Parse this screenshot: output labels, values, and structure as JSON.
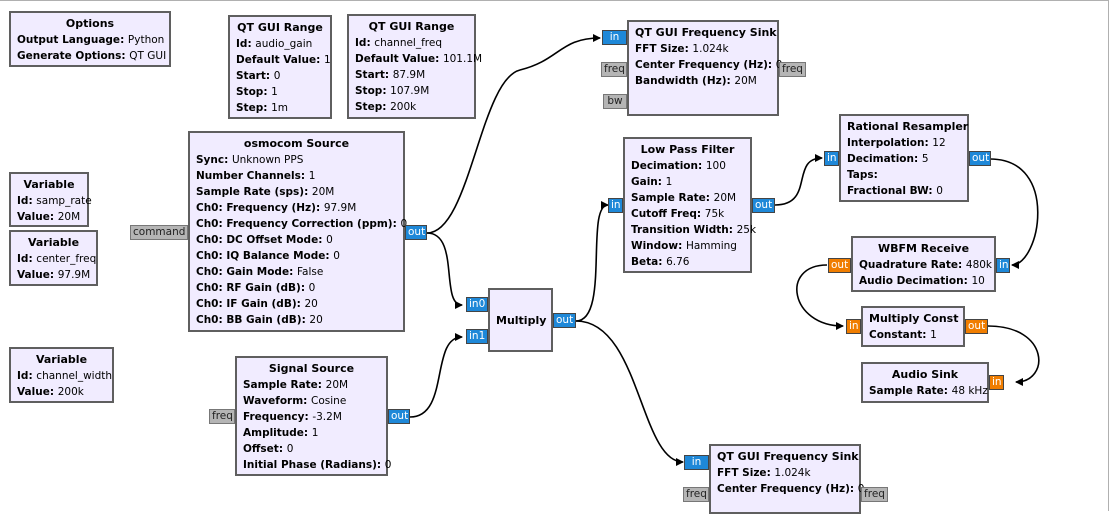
{
  "blocks": {
    "options": {
      "title": "Options",
      "params": [
        {
          "k": "Output Language",
          "v": "Python"
        },
        {
          "k": "Generate Options",
          "v": "QT GUI"
        }
      ]
    },
    "range_audio_gain": {
      "title": "QT GUI Range",
      "params": [
        {
          "k": "Id",
          "v": "audio_gain"
        },
        {
          "k": "Default Value",
          "v": "1"
        },
        {
          "k": "Start",
          "v": "0"
        },
        {
          "k": "Stop",
          "v": "1"
        },
        {
          "k": "Step",
          "v": "1m"
        }
      ]
    },
    "range_channel_freq": {
      "title": "QT GUI Range",
      "params": [
        {
          "k": "Id",
          "v": "channel_freq"
        },
        {
          "k": "Default Value",
          "v": "101.1M"
        },
        {
          "k": "Start",
          "v": "87.9M"
        },
        {
          "k": "Stop",
          "v": "107.9M"
        },
        {
          "k": "Step",
          "v": "200k"
        }
      ]
    },
    "freq_sink_1": {
      "title": "QT GUI Frequency Sink",
      "params": [
        {
          "k": "FFT Size",
          "v": "1.024k"
        },
        {
          "k": "Center Frequency (Hz)",
          "v": "0"
        },
        {
          "k": "Bandwidth (Hz)",
          "v": "20M"
        }
      ]
    },
    "var_samp_rate": {
      "title": "Variable",
      "params": [
        {
          "k": "Id",
          "v": "samp_rate"
        },
        {
          "k": "Value",
          "v": "20M"
        }
      ]
    },
    "var_center_freq": {
      "title": "Variable",
      "params": [
        {
          "k": "Id",
          "v": "center_freq"
        },
        {
          "k": "Value",
          "v": "97.9M"
        }
      ]
    },
    "var_channel_width": {
      "title": "Variable",
      "params": [
        {
          "k": "Id",
          "v": "channel_width"
        },
        {
          "k": "Value",
          "v": "200k"
        }
      ]
    },
    "osmocom": {
      "title": "osmocom Source",
      "params": [
        {
          "k": "Sync",
          "v": "Unknown PPS"
        },
        {
          "k": "Number Channels",
          "v": "1"
        },
        {
          "k": "Sample Rate (sps)",
          "v": "20M"
        },
        {
          "k": "Ch0: Frequency (Hz)",
          "v": "97.9M"
        },
        {
          "k": "Ch0: Frequency Correction (ppm)",
          "v": "0"
        },
        {
          "k": "Ch0: DC Offset Mode",
          "v": "0"
        },
        {
          "k": "Ch0: IQ Balance Mode",
          "v": "0"
        },
        {
          "k": "Ch0: Gain Mode",
          "v": "False"
        },
        {
          "k": "Ch0: RF Gain (dB)",
          "v": "0"
        },
        {
          "k": "Ch0: IF Gain (dB)",
          "v": "20"
        },
        {
          "k": "Ch0: BB Gain (dB)",
          "v": "20"
        }
      ]
    },
    "signal_source": {
      "title": "Signal Source",
      "params": [
        {
          "k": "Sample Rate",
          "v": "20M"
        },
        {
          "k": "Waveform",
          "v": "Cosine"
        },
        {
          "k": "Frequency",
          "v": "-3.2M"
        },
        {
          "k": "Amplitude",
          "v": "1"
        },
        {
          "k": "Offset",
          "v": "0"
        },
        {
          "k": "Initial Phase (Radians)",
          "v": "0"
        }
      ]
    },
    "multiply": {
      "title": "Multiply",
      "params": []
    },
    "lpf": {
      "title": "Low Pass Filter",
      "params": [
        {
          "k": "Decimation",
          "v": "100"
        },
        {
          "k": "Gain",
          "v": "1"
        },
        {
          "k": "Sample Rate",
          "v": "20M"
        },
        {
          "k": "Cutoff Freq",
          "v": "75k"
        },
        {
          "k": "Transition Width",
          "v": "25k"
        },
        {
          "k": "Window",
          "v": "Hamming"
        },
        {
          "k": "Beta",
          "v": "6.76"
        }
      ]
    },
    "resampler": {
      "title": "Rational Resampler",
      "params": [
        {
          "k": "Interpolation",
          "v": "12"
        },
        {
          "k": "Decimation",
          "v": "5"
        },
        {
          "k": "Taps",
          "v": ""
        },
        {
          "k": "Fractional BW",
          "v": "0"
        }
      ]
    },
    "wbfm": {
      "title": "WBFM Receive",
      "params": [
        {
          "k": "Quadrature Rate",
          "v": "480k"
        },
        {
          "k": "Audio Decimation",
          "v": "10"
        }
      ]
    },
    "mult_const": {
      "title": "Multiply Const",
      "params": [
        {
          "k": "Constant",
          "v": "1"
        }
      ]
    },
    "audio_sink": {
      "title": "Audio Sink",
      "params": [
        {
          "k": "Sample Rate",
          "v": "48 kHz"
        }
      ]
    },
    "freq_sink_2": {
      "title": "QT GUI Frequency Sink",
      "params": [
        {
          "k": "FFT Size",
          "v": "1.024k"
        },
        {
          "k": "Center Frequency (Hz)",
          "v": "0"
        }
      ]
    }
  },
  "ports": {
    "in": "in",
    "out": "out",
    "in0": "in0",
    "in1": "in1",
    "freq": "freq",
    "bw": "bw",
    "command": "command"
  },
  "colors": {
    "block_bg": "#f1ecff",
    "complex_port": "#1e88d8",
    "float_port": "#f07d00",
    "message_port": "#b5b5b5"
  }
}
